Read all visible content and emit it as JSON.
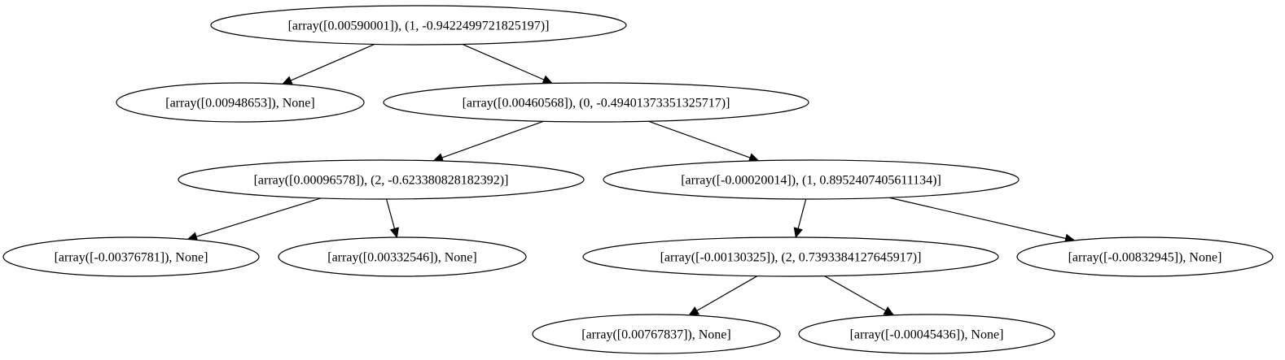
{
  "diagram": {
    "type": "tree",
    "nodes": [
      {
        "id": "n0",
        "label": "[array([0.00590001]), (1, -0.9422499721825197)]"
      },
      {
        "id": "n1",
        "label": "[array([0.00948653]), None]"
      },
      {
        "id": "n2",
        "label": "[array([0.00460568]), (0, -0.49401373351325717)]"
      },
      {
        "id": "n3",
        "label": "[array([0.00096578]), (2, -0.623380828182392)]"
      },
      {
        "id": "n4",
        "label": "[array([-0.00020014]), (1, 0.8952407405611134)]"
      },
      {
        "id": "n5",
        "label": "[array([-0.00376781]), None]"
      },
      {
        "id": "n6",
        "label": "[array([0.00332546]), None]"
      },
      {
        "id": "n7",
        "label": "[array([-0.00130325]), (2, 0.7393384127645917)]"
      },
      {
        "id": "n8",
        "label": "[array([-0.00832945]), None]"
      },
      {
        "id": "n9",
        "label": "[array([0.00767837]), None]"
      },
      {
        "id": "n10",
        "label": "[array([-0.00045436]), None]"
      }
    ],
    "edges": [
      {
        "from": "n0",
        "to": "n1"
      },
      {
        "from": "n0",
        "to": "n2"
      },
      {
        "from": "n2",
        "to": "n3"
      },
      {
        "from": "n2",
        "to": "n4"
      },
      {
        "from": "n3",
        "to": "n5"
      },
      {
        "from": "n3",
        "to": "n6"
      },
      {
        "from": "n4",
        "to": "n7"
      },
      {
        "from": "n4",
        "to": "n8"
      },
      {
        "from": "n7",
        "to": "n9"
      },
      {
        "from": "n7",
        "to": "n10"
      }
    ]
  }
}
